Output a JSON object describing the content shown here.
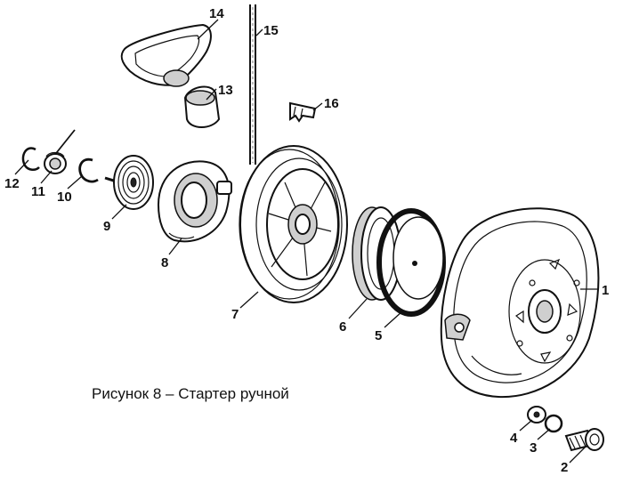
{
  "caption": "Рисунок 8 – Стартер ручной",
  "callouts": {
    "c1": "1",
    "c2": "2",
    "c3": "3",
    "c4": "4",
    "c5": "5",
    "c6": "6",
    "c7": "7",
    "c8": "8",
    "c9": "9",
    "c10": "10",
    "c11": "11",
    "c12": "12",
    "c13": "13",
    "c14": "14",
    "c15": "15",
    "c16": "16"
  }
}
